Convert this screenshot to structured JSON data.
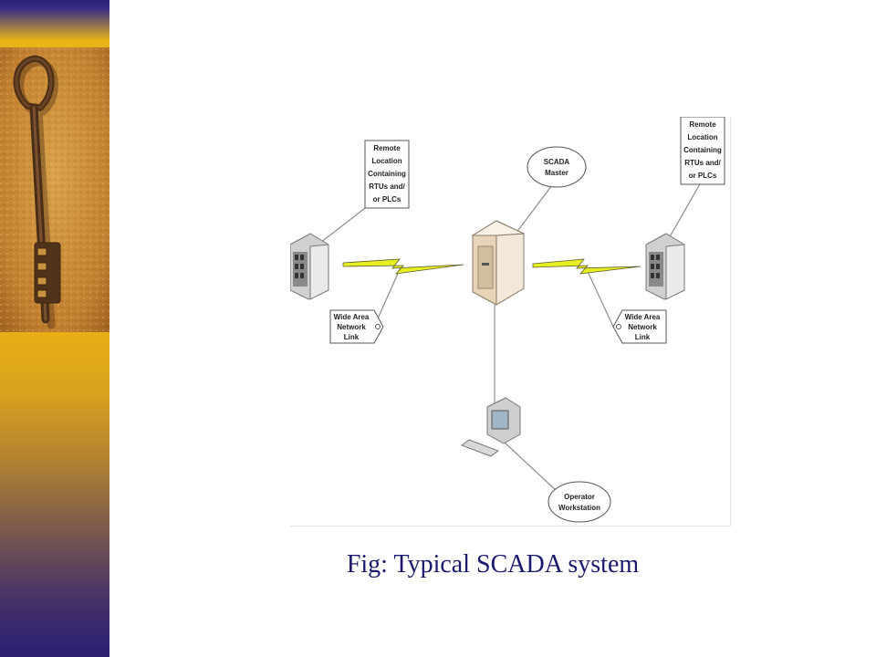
{
  "slide": {
    "caption": "Fig: Typical SCADA system",
    "accent_colors": {
      "sidebar_top": "#2a2173",
      "sidebar_gold": "#e7ae16",
      "caption": "#1c1a6e"
    }
  },
  "decor": {
    "image": "rusty-skeleton-key-photo"
  },
  "diagram": {
    "callouts": {
      "remote_left": [
        "Remote",
        "Location",
        "Containing",
        "RTUs and/",
        "or PLCs"
      ],
      "remote_right": [
        "Remote",
        "Location",
        "Containing",
        "RTUs and/",
        "or PLCs"
      ],
      "master": [
        "SCADA",
        "Master"
      ],
      "wan_left": [
        "Wide Area",
        "Network",
        "Link"
      ],
      "wan_right": [
        "Wide Area",
        "Network",
        "Link"
      ],
      "operator": [
        "Operator",
        "Workstation"
      ]
    },
    "icons": [
      "server-icon",
      "remote-rtu-cabinet-icon",
      "lightning-link-icon",
      "workstation-icon"
    ]
  }
}
